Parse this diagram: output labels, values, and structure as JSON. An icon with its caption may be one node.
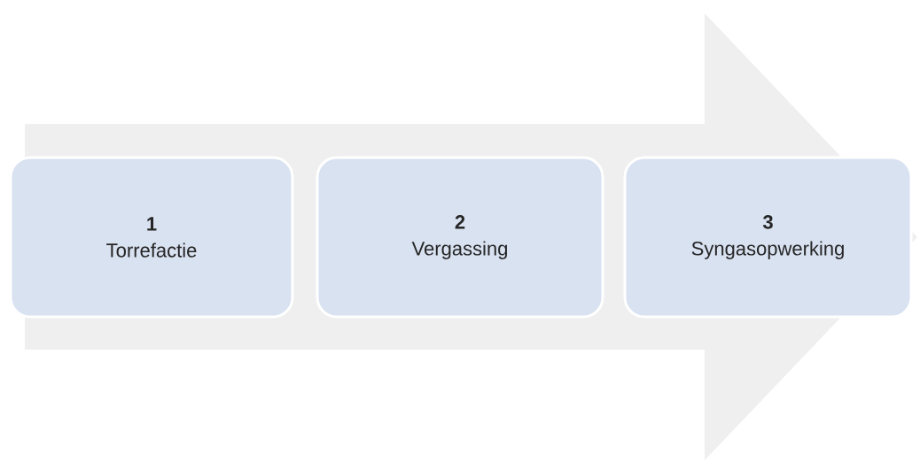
{
  "diagram": {
    "nodes": [
      {
        "text": [
          "1",
          "Torrefactie"
        ]
      },
      {
        "text": [
          "2",
          "Vergassing"
        ]
      },
      {
        "text": [
          "3",
          "Syngasopwerking"
        ]
      }
    ],
    "edges": [
      {
        "from": 0,
        "to": 2,
        "arrow": "to"
      }
    ]
  }
}
